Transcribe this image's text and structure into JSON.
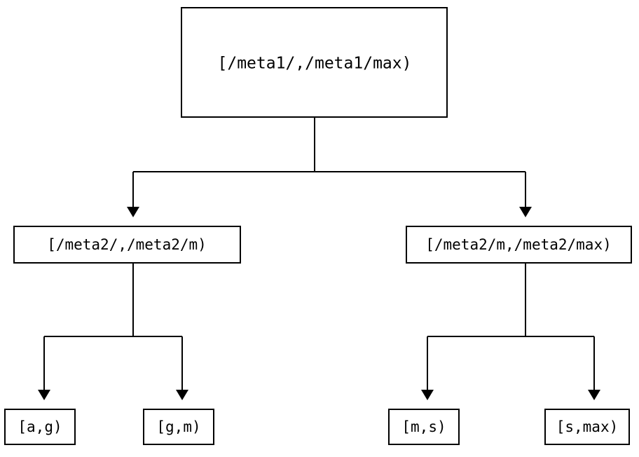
{
  "diagram": {
    "kind": "tree",
    "title": "",
    "background_color": "#ffffff",
    "stroke_color": "#000000",
    "text_color": "#000000",
    "nodes": {
      "root": {
        "label": "[/meta1/,/meta1/max)"
      },
      "mid_left": {
        "label": "[/meta2/,/meta2/m)"
      },
      "mid_right": {
        "label": "[/meta2/m,/meta2/max)"
      },
      "leaf_1": {
        "label": "[a,g)"
      },
      "leaf_2": {
        "label": "[g,m)"
      },
      "leaf_3": {
        "label": "[m,s)"
      },
      "leaf_4": {
        "label": "[s,max)"
      }
    },
    "edges": [
      {
        "from": "root",
        "to": "mid_left",
        "arrow": "down-triangle"
      },
      {
        "from": "root",
        "to": "mid_right",
        "arrow": "down-triangle"
      },
      {
        "from": "mid_left",
        "to": "leaf_1",
        "arrow": "down-triangle"
      },
      {
        "from": "mid_left",
        "to": "leaf_2",
        "arrow": "down-triangle"
      },
      {
        "from": "mid_right",
        "to": "leaf_3",
        "arrow": "down-triangle"
      },
      {
        "from": "mid_right",
        "to": "leaf_4",
        "arrow": "down-triangle"
      }
    ]
  }
}
